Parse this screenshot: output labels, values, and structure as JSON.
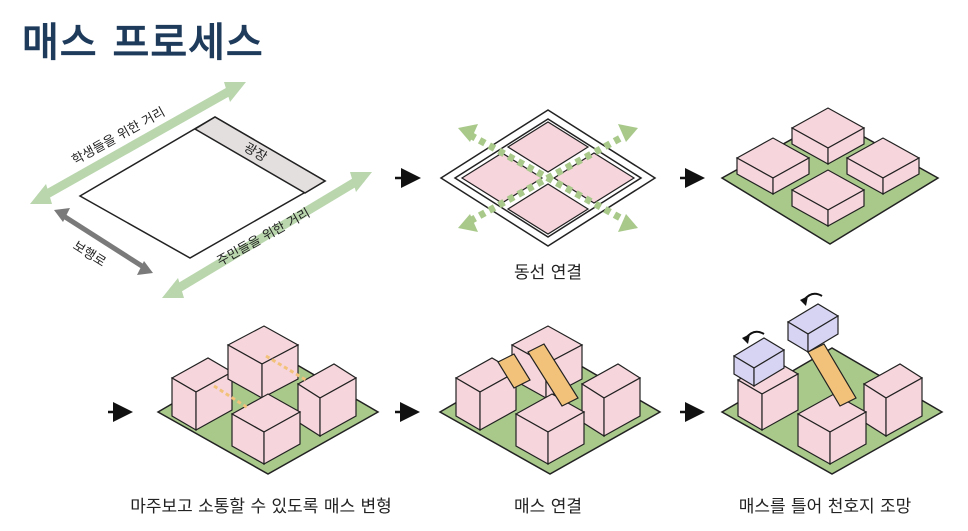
{
  "title": "매스 프로세스",
  "site": {
    "road_students": "학생들을 위한 거리",
    "road_residents": "주민들을 위한 거리",
    "sidewalk": "보행로",
    "square": "광장"
  },
  "steps": [
    {
      "caption": ""
    },
    {
      "caption": "동선 연결"
    },
    {
      "caption": ""
    },
    {
      "caption": "마주보고 소통할 수 있도록 매스 변형"
    },
    {
      "caption": "매스 연결"
    },
    {
      "caption": "매스를 틀어 천호지 조망"
    }
  ],
  "colors": {
    "title": "#1f3b5c",
    "mass": "#f6d5dc",
    "ground": "#a9c98b",
    "bridge": "#f2c27a",
    "rotated": "#d6d4f2",
    "road_arrow": "#b9d6ad",
    "walk_arrow": "#7a7a7a",
    "square": "#e4dfdf"
  }
}
